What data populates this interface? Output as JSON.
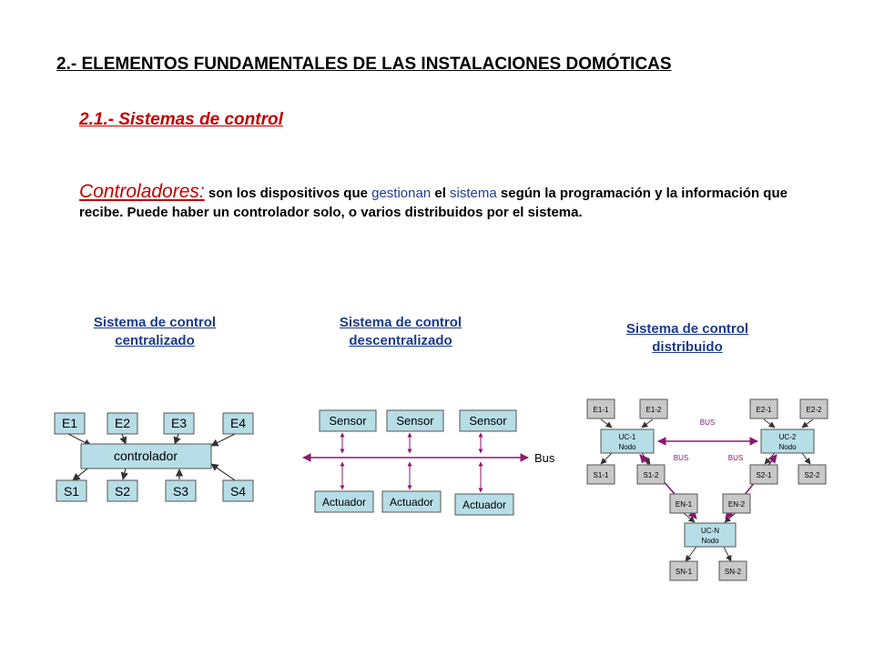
{
  "title": "2.- ELEMENTOS FUNDAMENTALES DE LAS INSTALACIONES DOMÓTICAS",
  "subtitle": "2.1.- Sistemas de control",
  "paragraph": {
    "term": "Controladores:",
    "p1": " son los dispositivos que ",
    "hl1": "gestionan",
    "p2": " el ",
    "hl2": "sistema",
    "p3": " según la programación y la información que recibe. Puede haber un controlador solo, o varios distribuidos por el sistema."
  },
  "captions": {
    "centralizado": [
      "Sistema de control",
      "centralizado"
    ],
    "descentralizado": [
      "Sistema de control",
      "descentralizado"
    ],
    "distribuido": [
      "Sistema de control",
      "distribuido"
    ]
  },
  "centralized": {
    "inputs": [
      "E1",
      "E2",
      "E3",
      "E4"
    ],
    "controller": "controlador",
    "outputs": [
      "S1",
      "S2",
      "S3",
      "S4"
    ]
  },
  "decentralized": {
    "sensors": [
      "Sensor",
      "Sensor",
      "Sensor"
    ],
    "actuators": [
      "Actuador",
      "Actuador",
      "Actuador"
    ],
    "bus": "Bus"
  },
  "distributed": {
    "node1": {
      "name": "UC-1",
      "sub": "Nodo",
      "inputs": [
        "E1-1",
        "E1-2"
      ],
      "outputs": [
        "S1-1",
        "S1-2"
      ]
    },
    "node2": {
      "name": "UC-2",
      "sub": "Nodo",
      "inputs": [
        "E2-1",
        "E2-2"
      ],
      "outputs": [
        "S2-1",
        "S2-2"
      ]
    },
    "nodeN": {
      "name": "UC-N",
      "sub": "Nodo",
      "inputs": [
        "EN-1",
        "EN-2"
      ],
      "outputs": [
        "SN-1",
        "SN-2"
      ]
    },
    "bus_label": "BUS"
  },
  "colors": {
    "box_fill": "#b7dde6",
    "box_stroke": "#555555",
    "gray_box": "#c8c8c8",
    "bus": "#8b1a6e",
    "caption": "#1a3a8c",
    "accent": "#c00000"
  }
}
